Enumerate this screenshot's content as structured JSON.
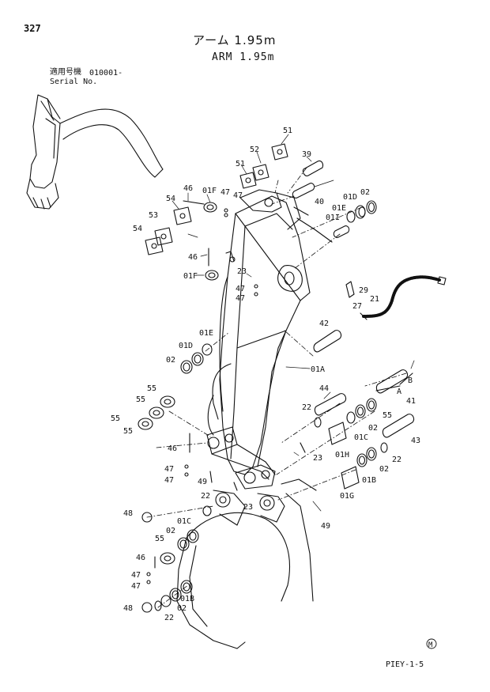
{
  "page_number": "327",
  "title_jp": "アーム 1.95m",
  "title_en": "ARM 1.95m",
  "serial_label_jp": "適用号機",
  "serial_value": "010001-",
  "serial_label_en": "Serial No.",
  "footer_code": "PIEY-1-5",
  "footer_symbol": "M",
  "callouts": [
    "51",
    "52",
    "51",
    "39",
    "46",
    "01F",
    "47",
    "47",
    "40",
    "01D",
    "02",
    "01E",
    "01I",
    "54",
    "53",
    "54",
    "46",
    "01F",
    "47",
    "47",
    "23",
    "29",
    "27",
    "21",
    "01E",
    "42",
    "01D",
    "02",
    "01A",
    "B",
    "A",
    "44",
    "22",
    "55",
    "55",
    "55",
    "02",
    "01C",
    "41",
    "55",
    "55",
    "01H",
    "23",
    "43",
    "22",
    "46",
    "47",
    "47",
    "49",
    "02",
    "01B",
    "01G",
    "22",
    "23",
    "48",
    "01C",
    "49",
    "02",
    "55",
    "46",
    "47",
    "47",
    "02",
    "01B",
    "48",
    "22"
  ],
  "callout_names": [
    "51",
    "52",
    "51",
    "39",
    "46",
    "01F",
    "47",
    "47",
    "40",
    "01D",
    "02",
    "01E",
    "01I",
    "54",
    "53",
    "54",
    "46",
    "01F",
    "47",
    "47",
    "23",
    "29",
    "27",
    "21",
    "01E",
    "42",
    "01D",
    "02",
    "01A",
    "B",
    "A",
    "44",
    "22",
    "55",
    "55",
    "55",
    "02",
    "01C",
    "41",
    "55",
    "55",
    "01H",
    "23",
    "43",
    "22",
    "46",
    "47",
    "47",
    "49",
    "02",
    "01B",
    "01G",
    "22",
    "23",
    "48",
    "01C",
    "49",
    "02",
    "55",
    "46",
    "47",
    "47",
    "02",
    "01B",
    "48",
    "22"
  ]
}
